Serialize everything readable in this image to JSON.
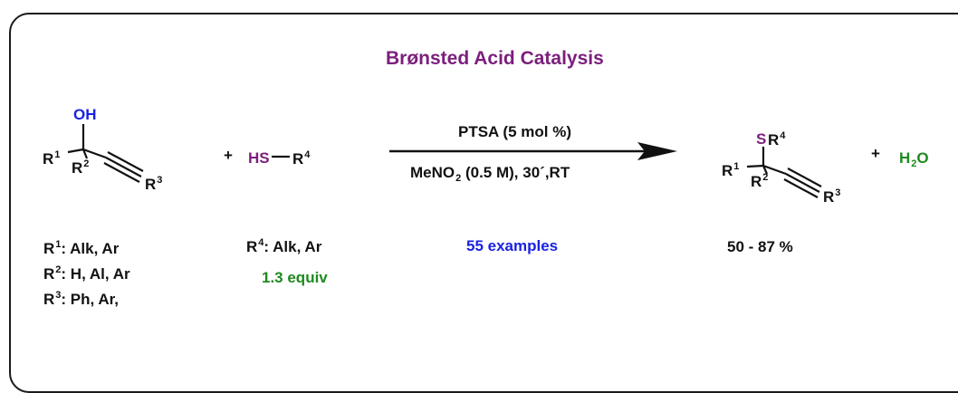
{
  "title": "Brønsted Acid Catalysis",
  "colors": {
    "title": "#7b1f7c",
    "oxygen": "#1a22e0",
    "sulfur": "#7b1f7c",
    "water": "#1f8a1f",
    "examples": "#1a22e0",
    "equiv": "#1f8a1f"
  },
  "reactant1": {
    "oh": "OH",
    "r1": "R",
    "r1_sup": "1",
    "r2": "R",
    "r2_sup": "2",
    "r3": "R",
    "r3_sup": "3"
  },
  "plus": "+",
  "reactant2": {
    "hs": "HS",
    "r": "R",
    "r_sup": "4"
  },
  "conditions": {
    "catalyst": "PTSA (5 mol %)",
    "solvent_pre": "MeNO",
    "solvent_sub": "2",
    "solvent_post": " (0.5 M), 30´,RT"
  },
  "product": {
    "s": "S",
    "r4": "R",
    "r4_sup": "4",
    "r1": "R",
    "r1_sup": "1",
    "r2": "R",
    "r2_sup": "2",
    "r3": "R",
    "r3_sup": "3"
  },
  "byproduct": {
    "h": "H",
    "sub": "2",
    "o": "O"
  },
  "scope": {
    "r1_label": "R",
    "r1_sup": "1",
    "r1_text": ": Alk, Ar",
    "r2_label": "R",
    "r2_sup": "2",
    "r2_text": ": H, Al, Ar",
    "r3_label": "R",
    "r3_sup": "3",
    "r3_text": ": Ph, Ar,",
    "r4_label": "R",
    "r4_sup": "4",
    "r4_text": ": Alk, Ar",
    "equiv": "1.3 equiv",
    "examples": "55 examples",
    "yield": "50 - 87 %"
  }
}
